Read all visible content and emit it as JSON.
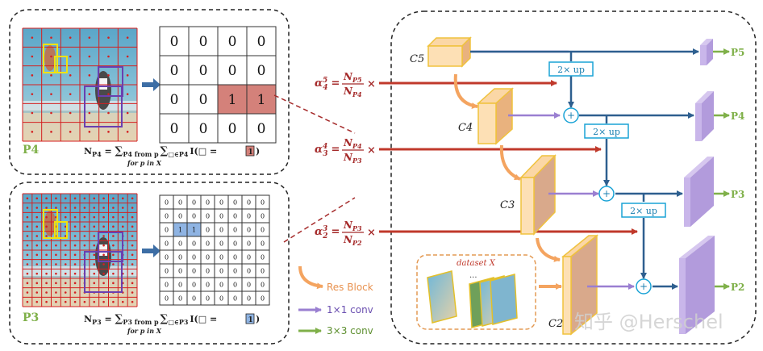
{
  "panels": {
    "p4": {
      "label": "P4",
      "grid": [
        [
          0,
          0,
          0,
          0
        ],
        [
          0,
          0,
          0,
          0
        ],
        [
          0,
          0,
          1,
          1
        ],
        [
          0,
          0,
          0,
          0
        ]
      ],
      "formula": {
        "lhs": "N",
        "lhs_sub": "P4",
        "eq": " = ",
        "sum1": "∑",
        "sum1_sub": "P4 from p",
        "sum2": "∑",
        "sum2_sub": "□∈P4",
        "indicator": "I(□ = ",
        "value": "1",
        "close": ")",
        "under": "for p in X"
      }
    },
    "p3": {
      "label": "P3",
      "grid": [
        [
          0,
          0,
          0,
          0,
          0,
          0,
          0,
          0
        ],
        [
          0,
          0,
          0,
          0,
          0,
          0,
          0,
          0
        ],
        [
          0,
          1,
          1,
          0,
          0,
          0,
          0,
          0
        ],
        [
          0,
          0,
          0,
          0,
          0,
          0,
          0,
          0
        ],
        [
          0,
          0,
          0,
          0,
          0,
          0,
          0,
          0
        ],
        [
          0,
          0,
          0,
          0,
          0,
          0,
          0,
          0
        ],
        [
          0,
          0,
          0,
          0,
          0,
          0,
          0,
          0
        ],
        [
          0,
          0,
          0,
          0,
          0,
          0,
          0,
          0
        ]
      ],
      "formula": {
        "lhs": "N",
        "lhs_sub": "P3",
        "eq": " = ",
        "sum1": "∑",
        "sum1_sub": "P3 from p",
        "sum2": "∑",
        "sum2_sub": "□∈P3",
        "indicator": "I(□ = ",
        "value": "1",
        "close": ")",
        "under": "for p in X"
      }
    }
  },
  "alphas": [
    {
      "alpha": "α",
      "sup": "5",
      "sub": "4",
      "num": "N",
      "num_sub": "P5",
      "den": "N",
      "den_sub": "P4",
      "times": "×"
    },
    {
      "alpha": "α",
      "sup": "4",
      "sub": "3",
      "num": "N",
      "num_sub": "P4",
      "den": "N",
      "den_sub": "P3",
      "times": "×"
    },
    {
      "alpha": "α",
      "sup": "3",
      "sub": "2",
      "num": "N",
      "num_sub": "P3",
      "den": "N",
      "den_sub": "P2",
      "times": "×"
    }
  ],
  "legend": [
    {
      "label": "Res Block",
      "color": "#f4a460"
    },
    {
      "label": "1×1 conv",
      "color": "#9a7fd1"
    },
    {
      "label": "3×3 conv",
      "color": "#7fb049"
    }
  ],
  "network": {
    "c_labels": [
      "C5",
      "C4",
      "C3",
      "C2"
    ],
    "p_labels": [
      "P5",
      "P4",
      "P3",
      "P2"
    ],
    "upsample": [
      "2× up",
      "2× up",
      "2× up"
    ],
    "dataset_label": "dataset X",
    "dots": "···",
    "plus": "+"
  },
  "watermark": "知乎 @Herschel",
  "colors": {
    "red_arrow": "#c0392b",
    "blue_arrow": "#2e5f8f",
    "purple": "#9a7fd1",
    "green": "#7fb049",
    "orange": "#f4a460",
    "cell_hi_p4": "#d4817a",
    "cell_hi_p3": "#8fb4e3",
    "accent_text": "#a52a2a",
    "cyan": "#1aa3d6"
  }
}
